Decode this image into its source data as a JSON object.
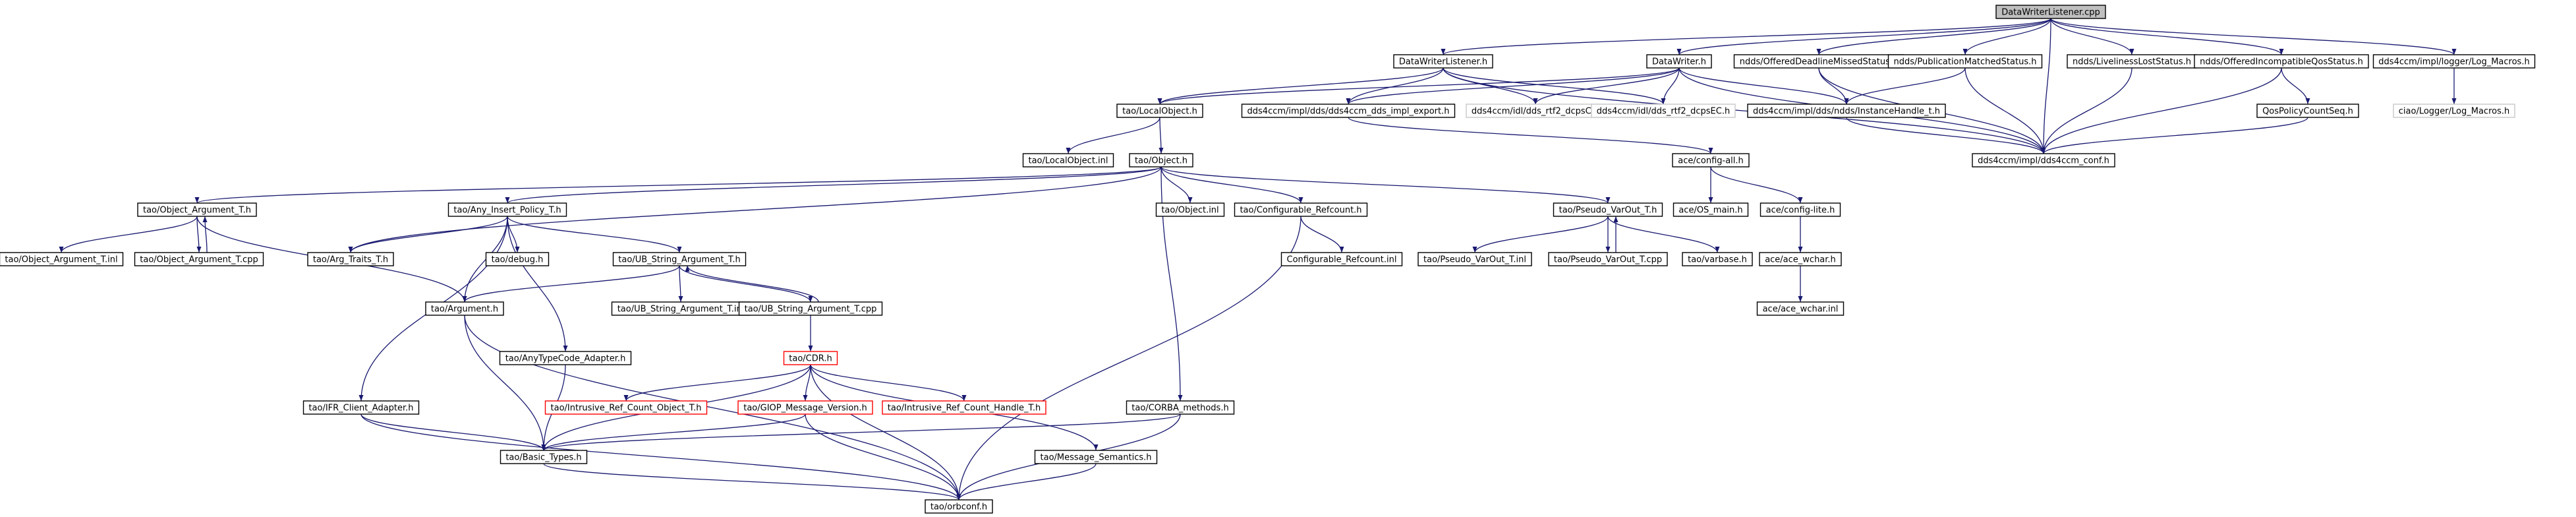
{
  "nodes": [
    {
      "id": "root",
      "label": "DataWriterListener.cpp",
      "style": "gray"
    },
    {
      "id": "dwl_h",
      "label": "DataWriterListener.h"
    },
    {
      "id": "dw_h",
      "label": "DataWriter.h"
    },
    {
      "id": "odms",
      "label": "ndds/OfferedDeadlineMissedStatus.h"
    },
    {
      "id": "pms",
      "label": "ndds/PublicationMatchedStatus.h"
    },
    {
      "id": "lls",
      "label": "ndds/LivelinessLostStatus.h"
    },
    {
      "id": "oiqs",
      "label": "ndds/OfferedIncompatibleQosStatus.h"
    },
    {
      "id": "logm",
      "label": "dds4ccm/impl/logger/Log_Macros.h"
    },
    {
      "id": "localobj",
      "label": "tao/LocalObject.h"
    },
    {
      "id": "impl_export",
      "label": "dds4ccm/impl/dds/dds4ccm_dds_impl_export.h"
    },
    {
      "id": "rtf2c",
      "label": "dds4ccm/idl/dds_rtf2_dcpsC.h",
      "style": "nobox"
    },
    {
      "id": "rtf2ec",
      "label": "dds4ccm/idl/dds_rtf2_dcpsEC.h",
      "style": "nobox"
    },
    {
      "id": "insthandle",
      "label": "dds4ccm/impl/dds/ndds/InstanceHandle_t.h"
    },
    {
      "id": "qospcs",
      "label": "QosPolicyCountSeq.h"
    },
    {
      "id": "ciaolog",
      "label": "ciao/Logger/Log_Macros.h",
      "style": "nobox"
    },
    {
      "id": "localobj_inl",
      "label": "tao/LocalObject.inl"
    },
    {
      "id": "object_h",
      "label": "tao/Object.h"
    },
    {
      "id": "config_all",
      "label": "ace/config-all.h"
    },
    {
      "id": "conf_h",
      "label": "dds4ccm/impl/dds4ccm_conf.h"
    },
    {
      "id": "objarg_t_h",
      "label": "tao/Object_Argument_T.h"
    },
    {
      "id": "anyins",
      "label": "tao/Any_Insert_Policy_T.h"
    },
    {
      "id": "object_inl",
      "label": "tao/Object.inl"
    },
    {
      "id": "confref",
      "label": "tao/Configurable_Refcount.h"
    },
    {
      "id": "pseudo_h",
      "label": "tao/Pseudo_VarOut_T.h"
    },
    {
      "id": "osmain",
      "label": "ace/OS_main.h"
    },
    {
      "id": "configlite",
      "label": "ace/config-lite.h"
    },
    {
      "id": "objarg_inl",
      "label": "tao/Object_Argument_T.inl"
    },
    {
      "id": "objarg_cpp",
      "label": "tao/Object_Argument_T.cpp"
    },
    {
      "id": "argtraits",
      "label": "tao/Arg_Traits_T.h"
    },
    {
      "id": "debug",
      "label": "tao/debug.h"
    },
    {
      "id": "ubstr_h",
      "label": "tao/UB_String_Argument_T.h"
    },
    {
      "id": "confref_inl",
      "label": "Configurable_Refcount.inl"
    },
    {
      "id": "pseudo_inl",
      "label": "tao/Pseudo_VarOut_T.inl"
    },
    {
      "id": "pseudo_cpp",
      "label": "tao/Pseudo_VarOut_T.cpp"
    },
    {
      "id": "varbase",
      "label": "tao/varbase.h"
    },
    {
      "id": "acewchar",
      "label": "ace/ace_wchar.h"
    },
    {
      "id": "argument",
      "label": "tao/Argument.h"
    },
    {
      "id": "ubstr_inl",
      "label": "tao/UB_String_Argument_T.inl"
    },
    {
      "id": "ubstr_cpp",
      "label": "tao/UB_String_Argument_T.cpp"
    },
    {
      "id": "acewchar_inl",
      "label": "ace/ace_wchar.inl"
    },
    {
      "id": "anytc",
      "label": "tao/AnyTypeCode_Adapter.h"
    },
    {
      "id": "cdr",
      "label": "tao/CDR.h",
      "style": "redbox"
    },
    {
      "id": "intrusive",
      "label": "tao/Intrusive_Ref_Count_Object_T.h",
      "style": "redbox"
    },
    {
      "id": "giop",
      "label": "tao/GIOP_Message_Version.h",
      "style": "redbox"
    },
    {
      "id": "intrhandle",
      "label": "tao/Intrusive_Ref_Count_Handle_T.h",
      "style": "redbox"
    },
    {
      "id": "ifr",
      "label": "tao/IFR_Client_Adapter.h"
    },
    {
      "id": "corbam",
      "label": "tao/CORBA_methods.h"
    },
    {
      "id": "basictypes",
      "label": "tao/Basic_Types.h"
    },
    {
      "id": "msgsem",
      "label": "tao/Message_Semantics.h"
    },
    {
      "id": "orbconf",
      "label": "tao/orbconf.h"
    }
  ],
  "edges": [
    [
      "root",
      "dwl_h"
    ],
    [
      "root",
      "dw_h"
    ],
    [
      "root",
      "odms"
    ],
    [
      "root",
      "pms"
    ],
    [
      "root",
      "lls"
    ],
    [
      "root",
      "oiqs"
    ],
    [
      "root",
      "logm"
    ],
    [
      "root",
      "conf_h"
    ],
    [
      "dwl_h",
      "localobj"
    ],
    [
      "dwl_h",
      "impl_export"
    ],
    [
      "dwl_h",
      "rtf2c"
    ],
    [
      "dwl_h",
      "rtf2ec"
    ],
    [
      "dwl_h",
      "conf_h"
    ],
    [
      "dw_h",
      "localobj"
    ],
    [
      "dw_h",
      "impl_export"
    ],
    [
      "dw_h",
      "rtf2c"
    ],
    [
      "dw_h",
      "rtf2ec"
    ],
    [
      "dw_h",
      "insthandle"
    ],
    [
      "dw_h",
      "conf_h"
    ],
    [
      "odms",
      "insthandle"
    ],
    [
      "odms",
      "conf_h"
    ],
    [
      "pms",
      "insthandle"
    ],
    [
      "pms",
      "conf_h"
    ],
    [
      "lls",
      "conf_h"
    ],
    [
      "oiqs",
      "qospcs"
    ],
    [
      "oiqs",
      "conf_h"
    ],
    [
      "logm",
      "ciaolog"
    ],
    [
      "qospcs",
      "conf_h"
    ],
    [
      "insthandle",
      "conf_h"
    ],
    [
      "impl_export",
      "config_all"
    ],
    [
      "localobj",
      "localobj_inl"
    ],
    [
      "localobj",
      "object_h"
    ],
    [
      "object_h",
      "objarg_t_h"
    ],
    [
      "object_h",
      "anyins"
    ],
    [
      "object_h",
      "argtraits"
    ],
    [
      "object_h",
      "object_inl"
    ],
    [
      "object_h",
      "confref"
    ],
    [
      "object_h",
      "pseudo_h"
    ],
    [
      "object_h",
      "corbam"
    ],
    [
      "config_all",
      "osmain"
    ],
    [
      "config_all",
      "configlite"
    ],
    [
      "configlite",
      "acewchar"
    ],
    [
      "acewchar",
      "acewchar_inl"
    ],
    [
      "objarg_t_h",
      "objarg_inl"
    ],
    [
      "objarg_t_h",
      "objarg_cpp"
    ],
    [
      "objarg_t_h",
      "argument"
    ],
    [
      "objarg_cpp",
      "objarg_t_h"
    ],
    [
      "anyins",
      "argtraits"
    ],
    [
      "anyins",
      "debug"
    ],
    [
      "anyins",
      "ubstr_h"
    ],
    [
      "anyins",
      "argument"
    ],
    [
      "anyins",
      "anytc"
    ],
    [
      "anyins",
      "ifr"
    ],
    [
      "confref",
      "confref_inl"
    ],
    [
      "confref",
      "orbconf"
    ],
    [
      "pseudo_h",
      "pseudo_inl"
    ],
    [
      "pseudo_h",
      "pseudo_cpp"
    ],
    [
      "pseudo_h",
      "varbase"
    ],
    [
      "pseudo_cpp",
      "pseudo_h"
    ],
    [
      "ubstr_h",
      "argument"
    ],
    [
      "ubstr_h",
      "ubstr_inl"
    ],
    [
      "ubstr_h",
      "ubstr_cpp"
    ],
    [
      "ubstr_cpp",
      "ubstr_h"
    ],
    [
      "ubstr_cpp",
      "cdr"
    ],
    [
      "argument",
      "basictypes"
    ],
    [
      "argument",
      "orbconf"
    ],
    [
      "anytc",
      "basictypes"
    ],
    [
      "cdr",
      "intrusive"
    ],
    [
      "cdr",
      "giop"
    ],
    [
      "cdr",
      "intrhandle"
    ],
    [
      "cdr",
      "msgsem"
    ],
    [
      "cdr",
      "orbconf"
    ],
    [
      "cdr",
      "basictypes"
    ],
    [
      "giop",
      "basictypes"
    ],
    [
      "giop",
      "orbconf"
    ],
    [
      "ifr",
      "basictypes"
    ],
    [
      "ifr",
      "orbconf"
    ],
    [
      "corbam",
      "basictypes"
    ],
    [
      "corbam",
      "orbconf"
    ],
    [
      "msgsem",
      "orbconf"
    ],
    [
      "basictypes",
      "orbconf"
    ]
  ]
}
